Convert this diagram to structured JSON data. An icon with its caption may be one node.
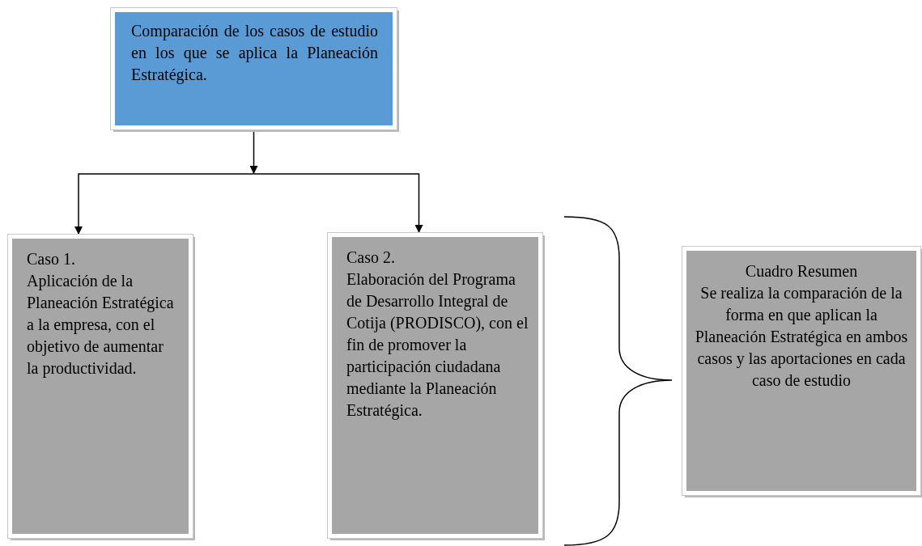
{
  "diagram": {
    "nodes": [
      {
        "text": [
          "Comparación de los casos de estudio en los que se aplica la Planeación Estratégica."
        ]
      },
      {
        "text": [
          "Caso 1.",
          "Aplicación de la Planeación Estratégica a la empresa, con el objetivo de aumentar la productividad."
        ]
      },
      {
        "text": [
          "Caso 2.",
          "Elaboración del Programa de Desarrollo Integral de Cotija (PRODISCO), con el fin de promover la participación ciudadana mediante la Planeación Estratégica."
        ]
      },
      {
        "text": [
          "Cuadro Resumen",
          "Se realiza la comparación de la forma en que aplican la Planeación Estratégica en ambos casos y las aportaciones en cada caso de estudio"
        ]
      }
    ],
    "edges": [
      {
        "from": 0,
        "to": 1,
        "arrow": "to"
      },
      {
        "from": 0,
        "to": 2,
        "arrow": "to"
      }
    ]
  }
}
